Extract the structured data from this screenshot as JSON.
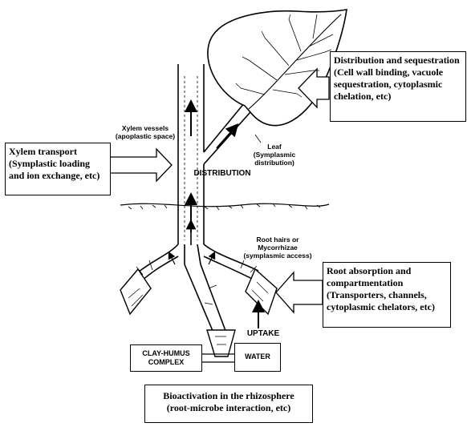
{
  "boxes": {
    "distribution": {
      "title": "Distribution and sequestration",
      "lines": [
        "(Cell wall binding, vacuole",
        "sequestration, cytoplasmic",
        "chelation, etc)"
      ]
    },
    "xylem": {
      "title": "Xylem transport",
      "lines": [
        "(Symplastic loading",
        "and ion exchange, etc)"
      ]
    },
    "root": {
      "title": "Root absorption and",
      "lines": [
        "compartmentation",
        "(Transporters, channels,",
        "cytoplasmic chelators, etc)"
      ]
    },
    "bioactivation": {
      "title": "Bioactivation in the rhizosphere",
      "lines": [
        "(root-microbe interaction, etc)"
      ]
    }
  },
  "labels": {
    "xylem_vessels": [
      "Xylem vessels",
      "(apoplastic space)"
    ],
    "leaf": [
      "Leaf",
      "(Symplasmic",
      "distribution)"
    ],
    "distribution": "DISTRIBUTION",
    "root_hairs": [
      "Root hairs or",
      "Mycorrhizae",
      "(symplasmic access)"
    ],
    "uptake": "UPTAKE",
    "clay": [
      "CLAY-HUMUS",
      "COMPLEX"
    ],
    "water": "WATER"
  }
}
